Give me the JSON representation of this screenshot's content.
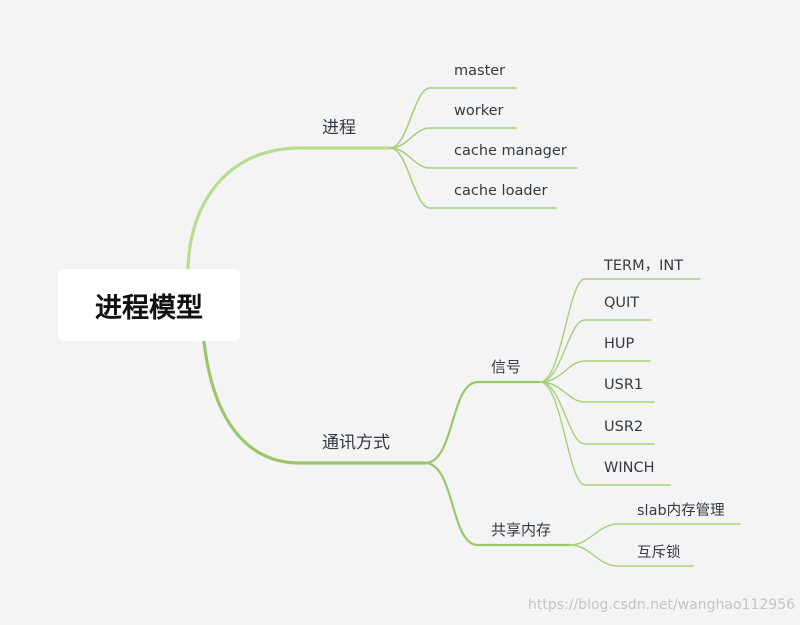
{
  "colors": {
    "background": "#f4f4f4",
    "root_fill": "#ffffff",
    "branch_top": "#b9dd8e",
    "branch_bottom": "#9bc66a",
    "leaf_line": "#a9cf7d"
  },
  "root": {
    "label": "进程模型"
  },
  "branches": [
    {
      "id": "process",
      "label": "进程",
      "children": [
        {
          "label": "master"
        },
        {
          "label": "worker"
        },
        {
          "label": "cache manager"
        },
        {
          "label": "cache loader"
        }
      ]
    },
    {
      "id": "communication",
      "label": "通讯方式",
      "children": [
        {
          "label": "信号",
          "children": [
            {
              "label": "TERM，INT"
            },
            {
              "label": "QUIT"
            },
            {
              "label": "HUP"
            },
            {
              "label": "USR1"
            },
            {
              "label": "USR2"
            },
            {
              "label": "WINCH"
            }
          ]
        },
        {
          "label": "共享内存",
          "children": [
            {
              "label": "slab内存管理"
            },
            {
              "label": "互斥锁"
            }
          ]
        }
      ]
    }
  ],
  "watermark": "https://blog.csdn.net/wanghao112956"
}
